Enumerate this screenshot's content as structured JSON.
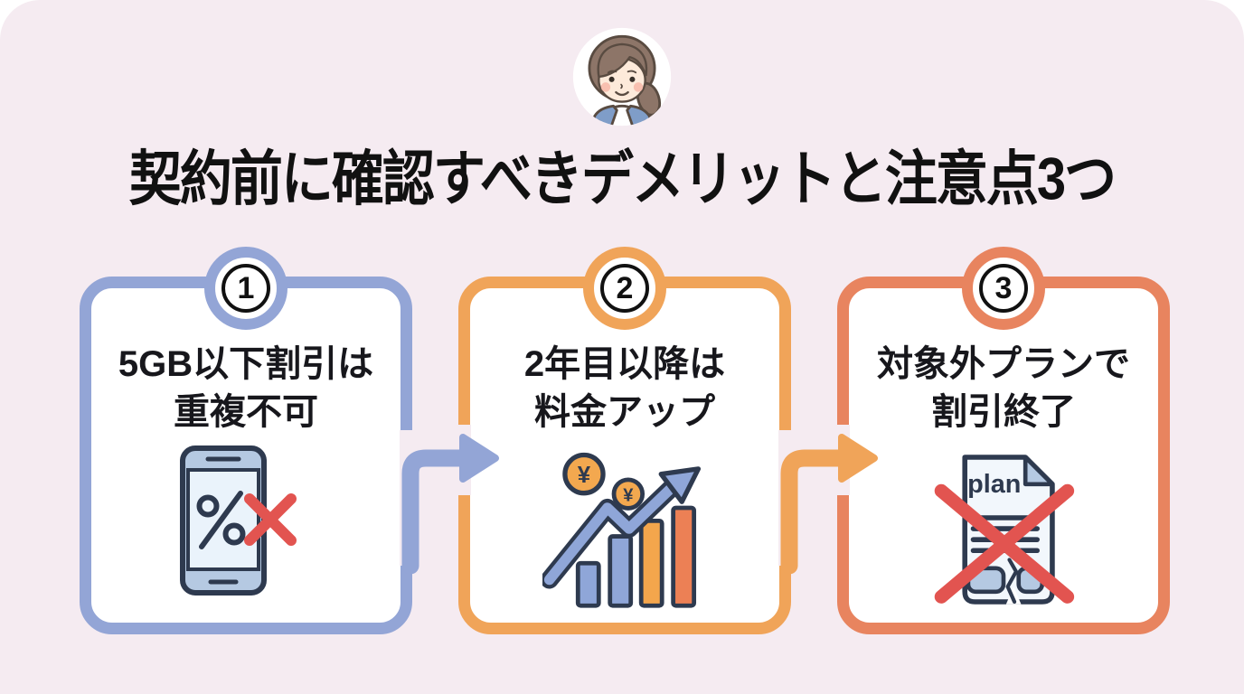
{
  "page": {
    "background": "#ffffff",
    "panel_color": "#f5ebf1"
  },
  "header": {
    "avatar_icon": "woman-avatar-icon",
    "title": "契約前に確認すべきデメリットと注意点3つ",
    "title_color": "#111111"
  },
  "cards": [
    {
      "number": "1",
      "accent_color": "#93a5d6",
      "heading_line1": "5GB以下割引は",
      "heading_line2": "重複不可",
      "icon": "smartphone-discount-crossed-icon"
    },
    {
      "number": "2",
      "accent_color": "#f0a459",
      "heading_line1": "2年目以降は",
      "heading_line2": "料金アップ",
      "icon": "rising-price-chart-icon",
      "coin_symbol": "¥"
    },
    {
      "number": "3",
      "accent_color": "#e8845f",
      "heading_line1": "対象外プランで",
      "heading_line2": "割引終了",
      "icon": "plan-document-crossed-icon",
      "document_label": "plan"
    }
  ],
  "connectors": [
    {
      "from_card": "1",
      "to_card": "2",
      "color": "#93a5d6"
    },
    {
      "from_card": "2",
      "to_card": "3",
      "color": "#f0a459"
    }
  ]
}
